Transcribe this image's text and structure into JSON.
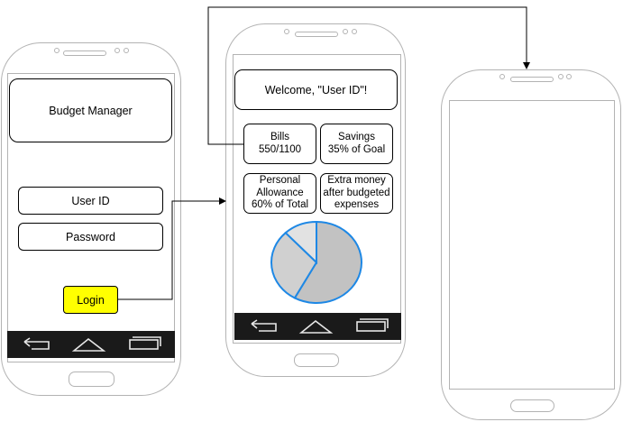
{
  "login_screen": {
    "app_title": "Budget Manager",
    "user_id_label": "User ID",
    "password_label": "Password",
    "login_button_label": "Login",
    "login_button_color": "#ffff00"
  },
  "dashboard_screen": {
    "welcome_text": "Welcome, \"User ID\"!",
    "tiles": [
      {
        "text": "Bills\n550/1100"
      },
      {
        "text": "Savings\n35% of Goal"
      },
      {
        "text": "Personal\nAllowance\n60% of Total"
      },
      {
        "text": "Extra money\nafter budgeted\nexpenses"
      }
    ]
  },
  "chart_data": {
    "type": "pie",
    "title": "",
    "slices": [
      {
        "value": 0.58,
        "color": "#c2c2c2"
      },
      {
        "value": 0.3,
        "color": "#d0d0d0"
      },
      {
        "value": 0.12,
        "color": "#e2e2e2"
      }
    ],
    "edge_color": "#1e88e5"
  },
  "colors": {
    "phone_outline": "#b3b3b3",
    "nav_bar": "#1a1a1a",
    "connector": "#000000"
  }
}
